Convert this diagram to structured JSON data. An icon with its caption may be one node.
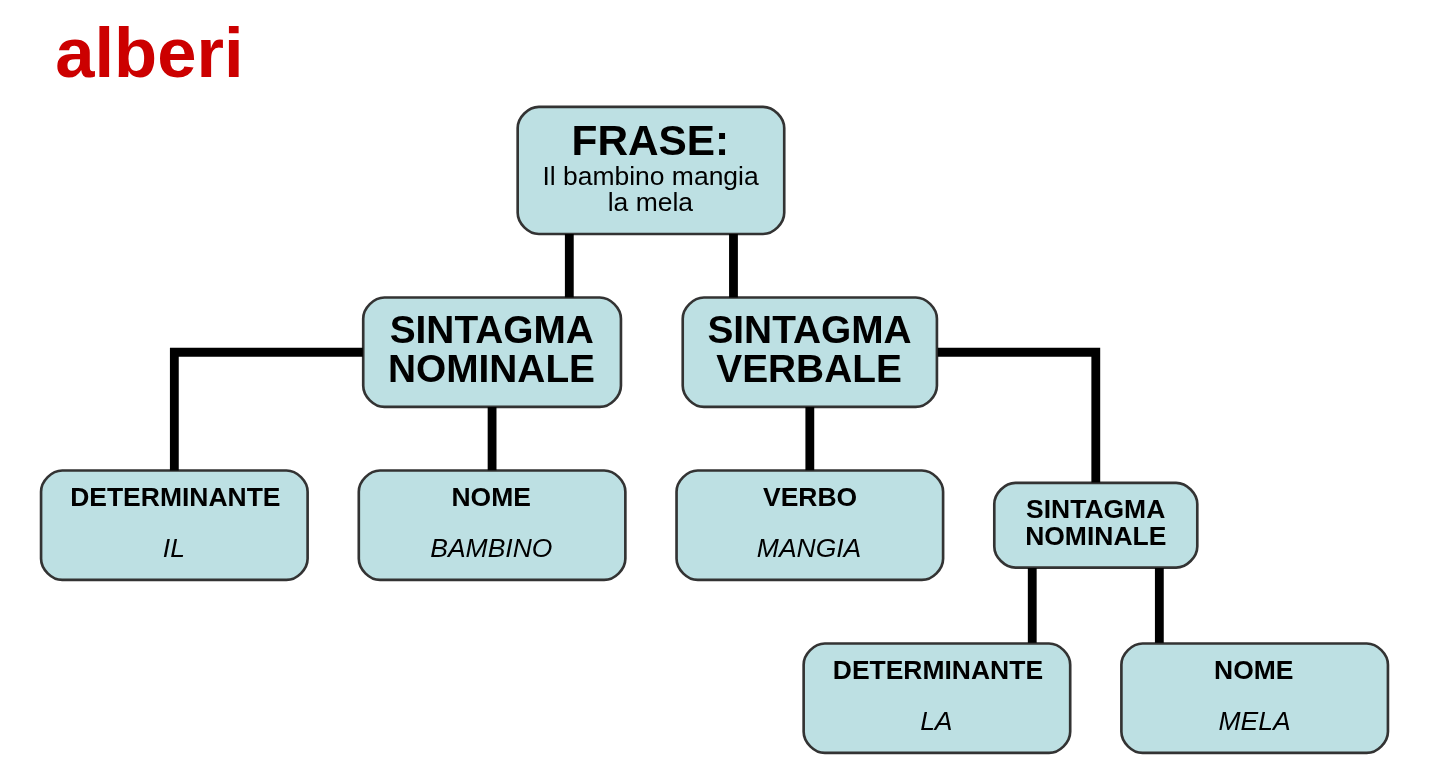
{
  "diagram": {
    "title": "alberi",
    "nodes": [
      {
        "text": [
          "FRASE:",
          "Il bambino mangia la mela"
        ]
      },
      {
        "text": [
          "SINTAGMA NOMINALE"
        ]
      },
      {
        "text": [
          "SINTAGMA VERBALE"
        ]
      },
      {
        "text": [
          "DETERMINANTE",
          "IL"
        ]
      },
      {
        "text": [
          "NOME",
          "BAMBINO"
        ]
      },
      {
        "text": [
          "VERBO",
          "MANGIA"
        ]
      },
      {
        "text": [
          "SINTAGMA NOMINALE"
        ]
      },
      {
        "text": [
          "DETERMINANTE",
          "LA"
        ]
      },
      {
        "text": [
          "NOME",
          "MELA"
        ]
      }
    ],
    "edges": [
      {
        "from": 0,
        "to": 1,
        "arrow": "none"
      },
      {
        "from": 0,
        "to": 2,
        "arrow": "none"
      },
      {
        "from": 1,
        "to": 3,
        "arrow": "none"
      },
      {
        "from": 1,
        "to": 4,
        "arrow": "none"
      },
      {
        "from": 2,
        "to": 5,
        "arrow": "none"
      },
      {
        "from": 2,
        "to": 6,
        "arrow": "none"
      },
      {
        "from": 6,
        "to": 7,
        "arrow": "none"
      },
      {
        "from": 6,
        "to": 8,
        "arrow": "none"
      }
    ]
  }
}
